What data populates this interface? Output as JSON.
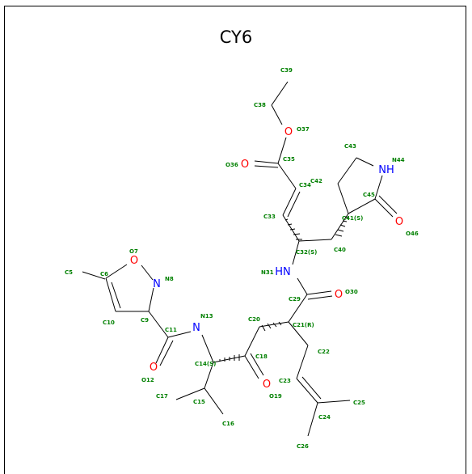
{
  "title": "CY6",
  "colors": {
    "bond": "#000000",
    "atom_label": "#008000",
    "oxygen": "#ff0000",
    "nitrogen": "#0000ff"
  },
  "atom_symbols": {
    "O": "O",
    "N": "N",
    "NH": "NH",
    "HN": "HN"
  },
  "atom_labels": [
    {
      "id": "C5",
      "text": "C5"
    },
    {
      "id": "C6",
      "text": "C6"
    },
    {
      "id": "O7",
      "text": "O7"
    },
    {
      "id": "N8",
      "text": "N8"
    },
    {
      "id": "C9",
      "text": "C9"
    },
    {
      "id": "C10",
      "text": "C10"
    },
    {
      "id": "C11",
      "text": "C11"
    },
    {
      "id": "O12",
      "text": "O12"
    },
    {
      "id": "N13",
      "text": "N13"
    },
    {
      "id": "C14",
      "text": "C14(S)"
    },
    {
      "id": "C15",
      "text": "C15"
    },
    {
      "id": "C16",
      "text": "C16"
    },
    {
      "id": "C17",
      "text": "C17"
    },
    {
      "id": "C18",
      "text": "C18"
    },
    {
      "id": "O19",
      "text": "O19"
    },
    {
      "id": "C20",
      "text": "C20"
    },
    {
      "id": "C21",
      "text": "C21(R)"
    },
    {
      "id": "C22",
      "text": "C22"
    },
    {
      "id": "C23",
      "text": "C23"
    },
    {
      "id": "C24",
      "text": "C24"
    },
    {
      "id": "C25",
      "text": "C25"
    },
    {
      "id": "C26",
      "text": "C26"
    },
    {
      "id": "C29",
      "text": "C29"
    },
    {
      "id": "O30",
      "text": "O30"
    },
    {
      "id": "N31",
      "text": "N31"
    },
    {
      "id": "C32",
      "text": "C32(S)"
    },
    {
      "id": "C33",
      "text": "C33"
    },
    {
      "id": "C34",
      "text": "C34"
    },
    {
      "id": "C35",
      "text": "C35"
    },
    {
      "id": "O36",
      "text": "O36"
    },
    {
      "id": "O37",
      "text": "O37"
    },
    {
      "id": "C38",
      "text": "C38"
    },
    {
      "id": "C39",
      "text": "C39"
    },
    {
      "id": "C40",
      "text": "C40"
    },
    {
      "id": "C41",
      "text": "C41(S)"
    },
    {
      "id": "C42",
      "text": "C42"
    },
    {
      "id": "C43",
      "text": "C43"
    },
    {
      "id": "N44",
      "text": "N44"
    },
    {
      "id": "C45",
      "text": "C45"
    },
    {
      "id": "O46",
      "text": "O46"
    }
  ]
}
